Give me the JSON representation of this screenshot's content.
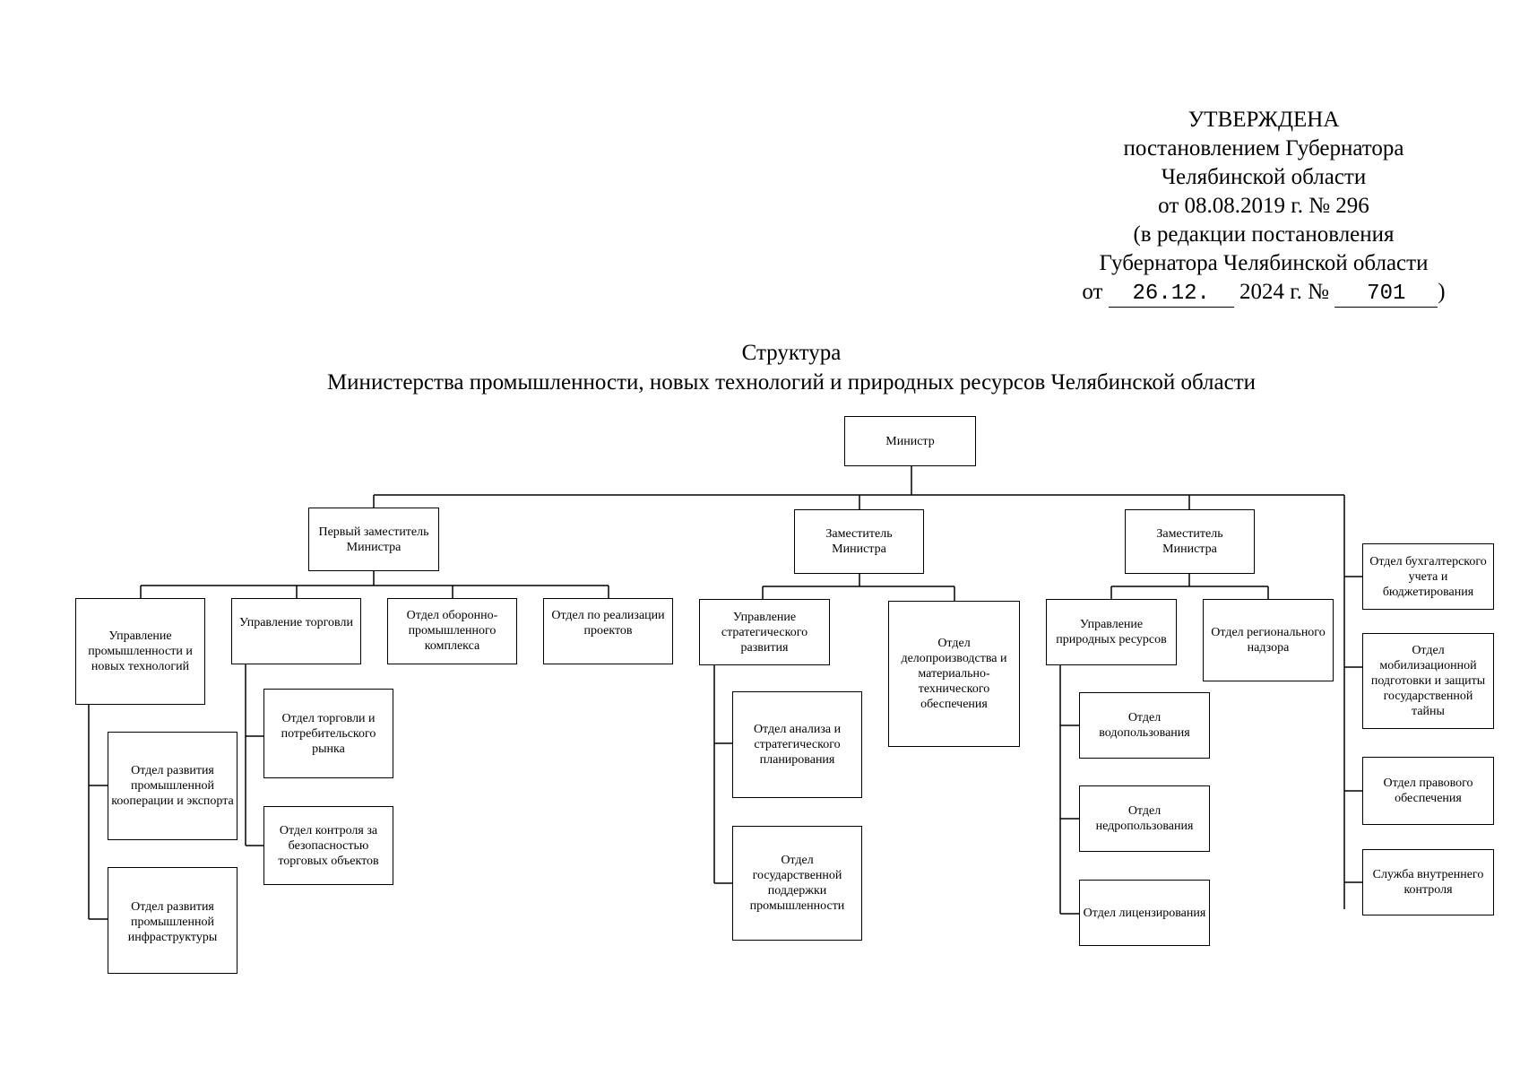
{
  "approval": {
    "line1": "УТВЕРЖДЕНА",
    "line2": "постановлением Губернатора",
    "line3": "Челябинской области",
    "line4": "от 08.08.2019 г. № 296",
    "line5": "(в редакции постановления",
    "line6": "Губернатора Челябинской области",
    "from_label": "от",
    "date_value": "26.12.",
    "year_text": "2024 г. №",
    "number_value": "701",
    "close_paren": ")"
  },
  "title": {
    "line1": "Структура",
    "line2": "Министерства промышленности, новых технологий и природных ресурсов Челябинской области"
  },
  "org": {
    "minister": "Министр",
    "first_deputy": "Первый заместитель Министра",
    "deputy1": "Заместитель Министра",
    "deputy2": "Заместитель Министра",
    "upr_prom": "Управление промышленности и новых технологий",
    "upr_torg": "Управление торговли",
    "otd_oboron": "Отдел оборонно-промышленного комплекса",
    "otd_realiz": "Отдел по реализации проектов",
    "otd_razv_koop": "Отдел развития промышленной кооперации и экспорта",
    "otd_razv_infra": "Отдел развития промышленной инфраструктуры",
    "otd_torg_rynok": "Отдел торговли и потребительского рынка",
    "otd_kontrol_torg": "Отдел контроля за безопасностью торговых объектов",
    "upr_strat": "Управление стратегического развития",
    "otd_delo": "Отдел делопроизводства и материально-технического обеспечения",
    "otd_analiz": "Отдел анализа и стратегического планирования",
    "otd_gospodderzhka": "Отдел государственной поддержки промышленности",
    "upr_prirod": "Управление природных ресурсов",
    "otd_region_nadzor": "Отдел регионального надзора",
    "otd_vodopolz": "Отдел водопользования",
    "otd_nedropolz": "Отдел недропользования",
    "otd_licenz": "Отдел лицензирования",
    "otd_buh": "Отдел бухгалтерского учета и бюджетирования",
    "otd_mob": "Отдел мобилизационной подготовки и защиты государственной тайны",
    "otd_prav": "Отдел правового обеспечения",
    "sluzhba_vnutr": "Служба внутреннего контроля"
  }
}
